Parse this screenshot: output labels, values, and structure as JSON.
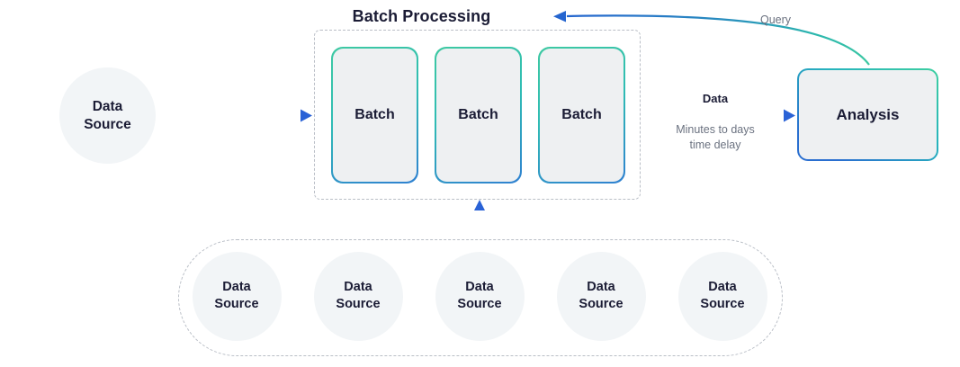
{
  "diagram": {
    "title": "Batch Processing",
    "type": "batch-processing-architecture",
    "accent_colors": {
      "teal": "#3ec9a2",
      "cyan": "#2fbcb4",
      "blue": "#2a6fd0",
      "text_dark": "#1b1c35",
      "text_gray": "#6b7280",
      "box_fill": "#eef0f2",
      "dotted_border": "#b9bec6",
      "halo": "#f2f5f7"
    }
  },
  "source_main": {
    "line1": "Data",
    "line2": "Source"
  },
  "batch_group": {
    "boxes": [
      {
        "label": "Batch"
      },
      {
        "label": "Batch"
      },
      {
        "label": "Batch"
      }
    ]
  },
  "analysis": {
    "label": "Analysis"
  },
  "edges": {
    "source_to_batch": {
      "label": ""
    },
    "batch_to_analysis": {
      "label": "Data",
      "sublabel": "Minutes to days\ntime delay",
      "sublabel_line1": "Minutes to days",
      "sublabel_line2": "time delay"
    },
    "analysis_to_batch_processing": {
      "label": "Query"
    },
    "sources_to_batch": {
      "label": ""
    }
  },
  "source_group": {
    "items": [
      {
        "line1": "Data",
        "line2": "Source"
      },
      {
        "line1": "Data",
        "line2": "Source"
      },
      {
        "line1": "Data",
        "line2": "Source"
      },
      {
        "line1": "Data",
        "line2": "Source"
      },
      {
        "line1": "Data",
        "line2": "Source"
      }
    ]
  }
}
